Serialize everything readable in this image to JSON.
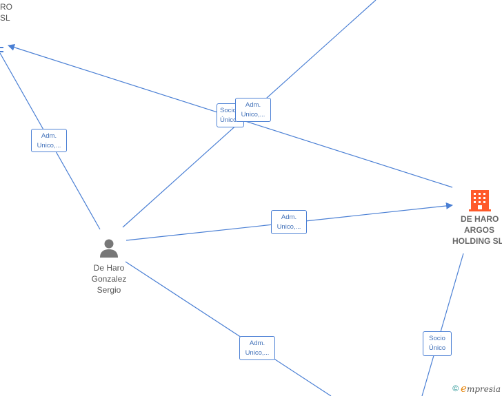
{
  "nodes": {
    "top_left_company": {
      "label_line1": "RO",
      "label_line2": "SL"
    },
    "person": {
      "line1": "De Haro",
      "line2": "Gonzalez",
      "line3": "Sergio"
    },
    "company": {
      "line1": "DE HARO",
      "line2": "ARGOS",
      "line3": "HOLDING  SL"
    }
  },
  "edges": {
    "adm_left": {
      "line1": "Adm.",
      "line2": "Unico,..."
    },
    "socio_top": {
      "line1": "Socio",
      "line2": "Único"
    },
    "adm_top": {
      "line1": "Adm.",
      "line2": "Unico,..."
    },
    "adm_mid": {
      "line1": "Adm.",
      "line2": "Unico,..."
    },
    "adm_bottom": {
      "line1": "Adm.",
      "line2": "Unico,..."
    },
    "socio_right": {
      "line1": "Socio",
      "line2": "Único"
    }
  },
  "footer": {
    "copyright": "©",
    "brand_initial": "e",
    "brand_rest": "mpresia"
  },
  "colors": {
    "edge": "#4a7fd4",
    "company_icon": "#ff5a2a",
    "person_icon": "#777777"
  }
}
